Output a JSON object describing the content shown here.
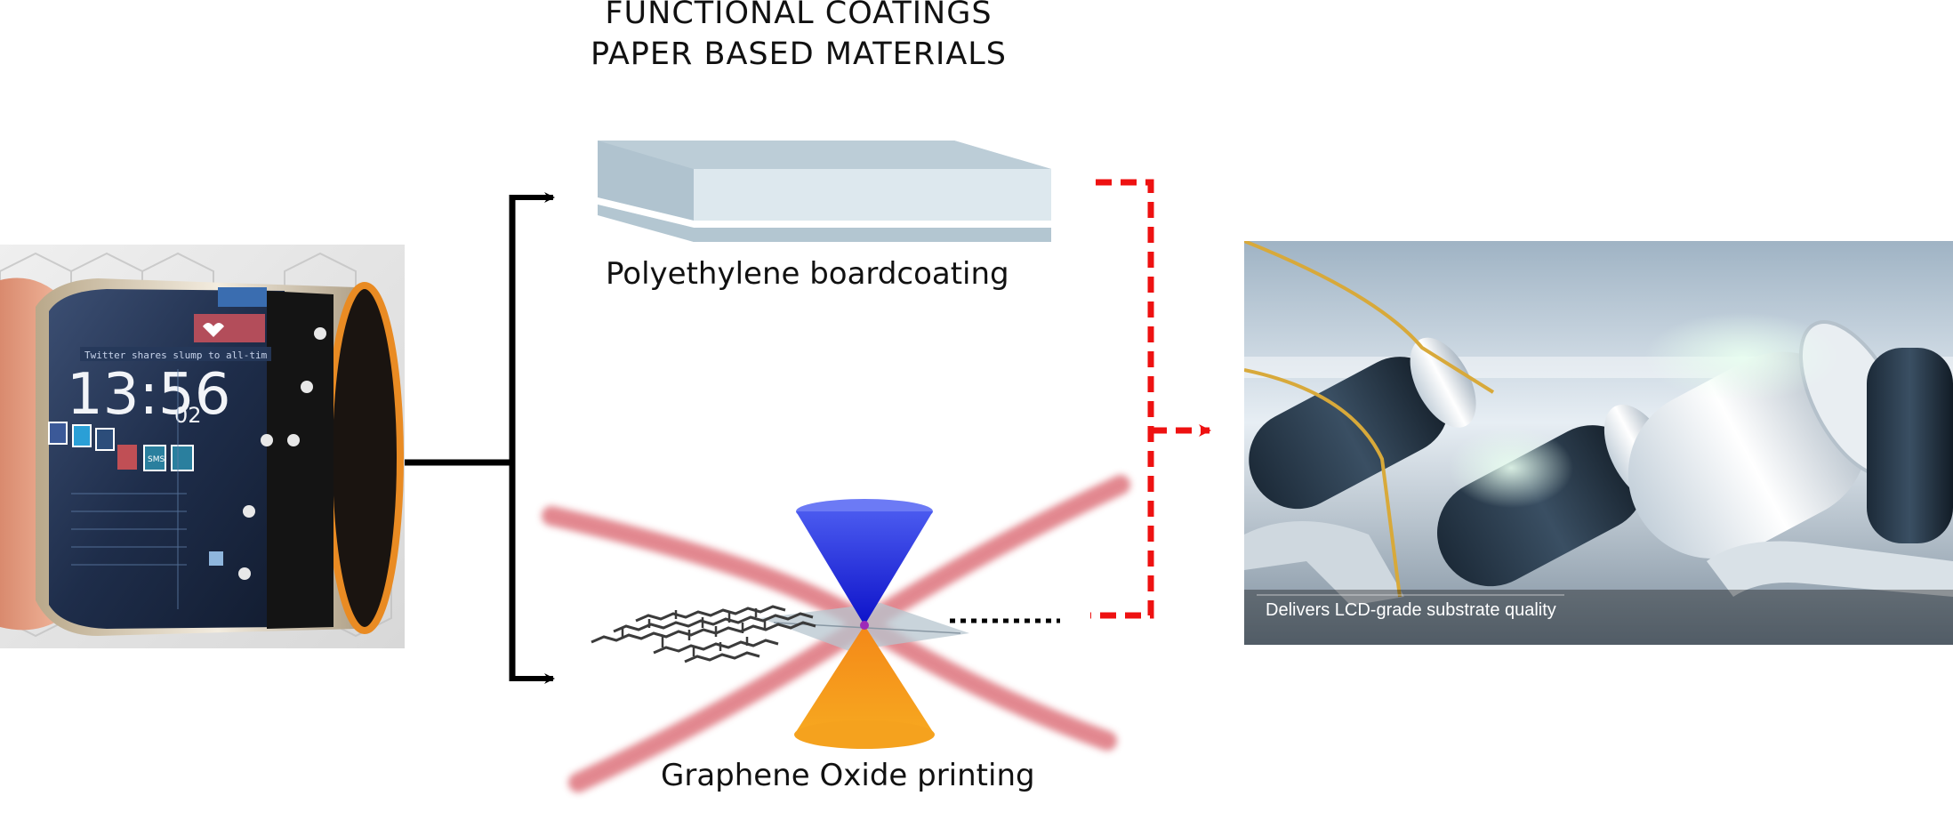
{
  "header": {
    "line1": "FUNCTIONAL COATINGS",
    "line2": "PAPER BASED MATERIALS"
  },
  "top_branch": {
    "label": "Polyethylene boardcoating"
  },
  "bottom_branch": {
    "label": "Graphene Oxide printing"
  },
  "left_image": {
    "clock_time": "13:56",
    "clock_seconds": "02",
    "ticker": "Twitter shares slump to all-tim",
    "sms_label": "SMS",
    "icons": [
      "facebook-icon",
      "twitter-icon",
      "mail-icon",
      "phone-icon",
      "sms-icon",
      "voicemail-icon",
      "home-icon",
      "heart-icon"
    ]
  },
  "right_image": {
    "caption": "Delivers LCD-grade substrate quality"
  },
  "colors": {
    "connector_black": "#000000",
    "connector_red": "#ee1111",
    "slab_top": "#c5d5de",
    "slab_front": "#dde8ee",
    "cone_upper": "#2a2ae8",
    "cone_lower": "#f59a10",
    "band": "#d9606a"
  }
}
